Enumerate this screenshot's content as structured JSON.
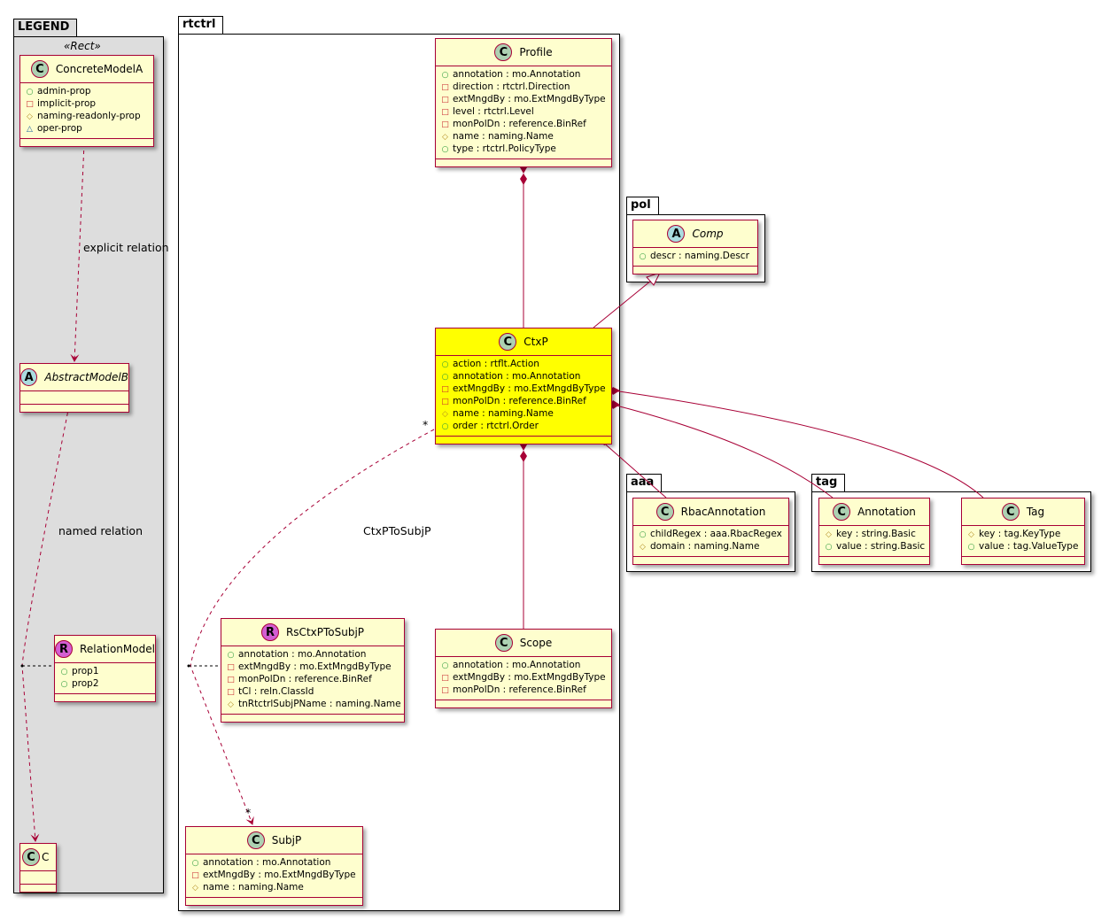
{
  "packages": {
    "legend": "LEGEND",
    "rtctrl": "rtctrl",
    "pol": "pol",
    "aaa": "aaa",
    "tag": "tag"
  },
  "legend_stereotype": "«Rect»",
  "labels": {
    "explicit": "explicit relation",
    "named": "named relation",
    "ctxp": "CtxPToSubjP",
    "mult1": "*",
    "mult2": "*"
  },
  "colors": {
    "class_bg": "#fefece",
    "border": "#a80036",
    "highlight": "#ffff00",
    "legend_bg": "#dddddd"
  },
  "classes": {
    "ConcreteModelA": {
      "name": "ConcreteModelA",
      "icon": "C",
      "attrs": [
        [
          "+",
          "admin-prop"
        ],
        [
          "-",
          "implicit-prop"
        ],
        [
          "#",
          "naming-readonly-prop"
        ],
        [
          "~",
          "oper-prop"
        ]
      ]
    },
    "AbstractModelB": {
      "name": "AbstractModelB",
      "icon": "A",
      "attrs": []
    },
    "RelationModel": {
      "name": "RelationModel",
      "icon": "R",
      "attrs": [
        [
          "+",
          "prop1"
        ],
        [
          "+",
          "prop2"
        ]
      ]
    },
    "C": {
      "name": "C",
      "icon": "C",
      "attrs": []
    },
    "Profile": {
      "name": "Profile",
      "icon": "C",
      "attrs": [
        [
          "+",
          "annotation : mo.Annotation"
        ],
        [
          "-",
          "direction : rtctrl.Direction"
        ],
        [
          "-",
          "extMngdBy : mo.ExtMngdByType"
        ],
        [
          "-",
          "level : rtctrl.Level"
        ],
        [
          "-",
          "monPolDn : reference.BinRef"
        ],
        [
          "#",
          "name : naming.Name"
        ],
        [
          "+",
          "type : rtctrl.PolicyType"
        ]
      ]
    },
    "Comp": {
      "name": "Comp",
      "icon": "A",
      "attrs": [
        [
          "+",
          "descr : naming.Descr"
        ]
      ]
    },
    "CtxP": {
      "name": "CtxP",
      "icon": "C",
      "attrs": [
        [
          "+",
          "action : rtflt.Action"
        ],
        [
          "+",
          "annotation : mo.Annotation"
        ],
        [
          "-",
          "extMngdBy : mo.ExtMngdByType"
        ],
        [
          "-",
          "monPolDn : reference.BinRef"
        ],
        [
          "#",
          "name : naming.Name"
        ],
        [
          "+",
          "order : rtctrl.Order"
        ]
      ]
    },
    "RbacAnnotation": {
      "name": "RbacAnnotation",
      "icon": "C",
      "attrs": [
        [
          "+",
          "childRegex : aaa.RbacRegex"
        ],
        [
          "#",
          "domain : naming.Name"
        ]
      ]
    },
    "Annotation": {
      "name": "Annotation",
      "icon": "C",
      "attrs": [
        [
          "#",
          "key : string.Basic"
        ],
        [
          "+",
          "value : string.Basic"
        ]
      ]
    },
    "Tag": {
      "name": "Tag",
      "icon": "C",
      "attrs": [
        [
          "#",
          "key : tag.KeyType"
        ],
        [
          "+",
          "value : tag.ValueType"
        ]
      ]
    },
    "RsCtxPToSubjP": {
      "name": "RsCtxPToSubjP",
      "icon": "R",
      "attrs": [
        [
          "+",
          "annotation : mo.Annotation"
        ],
        [
          "-",
          "extMngdBy : mo.ExtMngdByType"
        ],
        [
          "-",
          "monPolDn : reference.BinRef"
        ],
        [
          "-",
          "tCl : reln.ClassId"
        ],
        [
          "#",
          "tnRtctrlSubjPName : naming.Name"
        ]
      ]
    },
    "Scope": {
      "name": "Scope",
      "icon": "C",
      "attrs": [
        [
          "+",
          "annotation : mo.Annotation"
        ],
        [
          "-",
          "extMngdBy : mo.ExtMngdByType"
        ],
        [
          "-",
          "monPolDn : reference.BinRef"
        ]
      ]
    },
    "SubjP": {
      "name": "SubjP",
      "icon": "C",
      "attrs": [
        [
          "+",
          "annotation : mo.Annotation"
        ],
        [
          "-",
          "extMngdBy : mo.ExtMngdByType"
        ],
        [
          "#",
          "name : naming.Name"
        ]
      ]
    }
  }
}
